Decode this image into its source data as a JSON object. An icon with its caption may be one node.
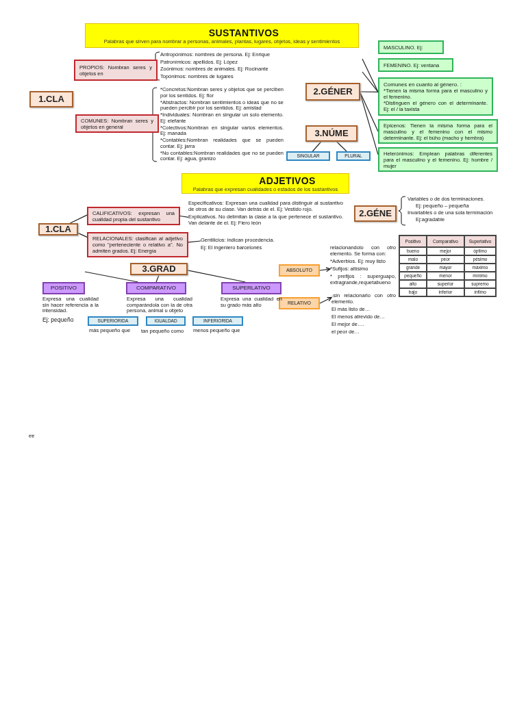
{
  "diagram": {
    "nodes": [
      {
        "text": [
          "SUSTANTIVOS",
          "Palabras que sirven para nombrar a personas, animales, plantas, lugares, objetos, ideas y sentimientos"
        ]
      },
      {
        "text": [
          "1.CLA"
        ]
      },
      {
        "text": [
          "PROPIOS: Nombran seres y objetos en"
        ]
      },
      {
        "text": [
          "COMUNES: Nombran seres y objetos en general"
        ]
      },
      {
        "text": [
          "2.GÉNER"
        ]
      },
      {
        "text": [
          "3.NÚME"
        ]
      },
      {
        "text": [
          "SINGULAR"
        ]
      },
      {
        "text": [
          "PLURAL"
        ]
      },
      {
        "text": [
          "MASCULINO. Ej:"
        ]
      },
      {
        "text": [
          "FEMENINO. Ej: ventana"
        ]
      },
      {
        "text": [
          "Comunes en cuanto al género. :",
          "*Tienen la misma forma para el masculino y el femenino.",
          "*Distinguen el género con el determinante. Ej: el / la taxista"
        ]
      },
      {
        "text": [
          "Epicenos: Tienen la misma forma para el masculino y el femenino con el mismo determinante. Ej: el búho (macho y hembra)"
        ]
      },
      {
        "text": [
          "Heterónimos: Emplean palabras diferentes para el masculino y el femenino. Ej: hombre / mujer"
        ]
      },
      {
        "text": [
          "ADJETIVOS",
          "Palabras que expresan cualidades o estados de los sustantivos"
        ]
      },
      {
        "text": [
          "1.CLA"
        ]
      },
      {
        "text": [
          "CALIFICATIVOS: expresan una cualidad propia del sustantivo"
        ]
      },
      {
        "text": [
          "RELACIONALES: clasifican al adjetivo como \"perteneciente o relativo a\". No admiten grados. Ej: Energía"
        ]
      },
      {
        "text": [
          "Especificativos: Expresan una cualidad para distinguir al sustantivo de otros de su clase. Van detrás de el. Ej: Vestido rojo.",
          "Explicativos. No delimitan la clase a la que pertenece el sustantivo. Van delante de el. Ej: Fiero león"
        ]
      },
      {
        "text": [
          "Gentilicios: indican procedencia.",
          "Ej: El ingeniero barcelonés"
        ]
      },
      {
        "text": [
          "2.GÉNE"
        ]
      },
      {
        "text": [
          "3.GRAD"
        ]
      },
      {
        "text": [
          "POSITIVO"
        ]
      },
      {
        "text": [
          "COMPARATIVO"
        ]
      },
      {
        "text": [
          "SUPERLATIVO"
        ]
      },
      {
        "text": [
          "SUPERIORIDA"
        ]
      },
      {
        "text": [
          "IGUALDAD"
        ]
      },
      {
        "text": [
          "INFERIORIDA"
        ]
      },
      {
        "text": [
          "ABSOLUTO"
        ]
      },
      {
        "text": [
          "RELATIVO"
        ]
      },
      {
        "text": [
          "relacionandolo con otro elemento. Se forma con:",
          "*Adverbios. Ej: muy listo",
          "*Sufijos: altísimo",
          "* prefijos : superguapo, extragrande,requetabueno"
        ]
      },
      {
        "text": [
          "-sin relacionarlo con otro elemento.",
          "El más listo de…",
          "El menos atrevido de…",
          "El mejor de….",
          "el peor de…"
        ]
      }
    ],
    "edges": [
      {
        "from": 4,
        "to": 10,
        "arrow": "none"
      },
      {
        "from": null,
        "to": 10,
        "arrow": "none"
      },
      {
        "from": null,
        "to": 10,
        "arrow": "none"
      },
      {
        "from": 4,
        "to": 11,
        "arrow": "none"
      },
      {
        "from": 4,
        "to": 12,
        "arrow": "none"
      },
      {
        "from": 5,
        "to": 6,
        "arrow": "none"
      },
      {
        "from": 5,
        "to": 7,
        "arrow": "none"
      },
      {
        "from": 14,
        "to": 15,
        "arrow": "none"
      },
      {
        "from": 14,
        "to": 16,
        "arrow": "none"
      },
      {
        "from": 15,
        "to": 17,
        "arrow": "none"
      },
      {
        "from": 16,
        "to": 18,
        "arrow": "none"
      },
      {
        "from": 20,
        "to": 22,
        "arrow": "none"
      },
      {
        "from": null,
        "to": 22,
        "arrow": "none"
      },
      {
        "from": 20,
        "to": 23,
        "arrow": "none"
      },
      {
        "from": 27,
        "to": 29,
        "arrow": "to"
      },
      {
        "from": 28,
        "to": 30,
        "arrow": "to"
      }
    ],
    "labels": [
      "Antropónimos: nombres de persona. Ej: Enrique",
      "Patronímicos: apellidos. Ej: López",
      "Zoónimos: nombres de animales. Ej: Rocinante",
      "Topónimos: nombres de lugares",
      "*Concretos:Nombran seres y objetos que se perciben por los sentidos. Ej: flor",
      "*Abstractos: Nombran sentimientos o ideas que no se pueden percibir por los sentidos. Ej: amistad",
      "*Individuales: Nombran en singular un solo elemento. Ej: elefante",
      "*Colectivos:Nombran en singular varios elementos. Ej: manada",
      "*Contables:Nombran realidades que se pueden contar. Ej: jarra",
      "*No contables:Nombran realidades que no se pueden contar. Ej: agua, granizo",
      "Variables o de dos terminaciones.",
      "Ej: pequeño – pequeña",
      "Invariables o de una sola terminación",
      "Ej:agradable",
      "Expresa una cualidad sin hacer referencia a la intensidad.",
      "Ej: pequeño",
      "Expresa una cualidad comparándola con la de otra persona, animal u objeto",
      "Expresa una cualidad en su grado más alto",
      "más pequeño que",
      "tan pequeño como",
      "menos pequeño que",
      "Positivo",
      "Comparativo",
      "Superlativo",
      "bueno",
      "mejor",
      "óptimo",
      "malo",
      "peor",
      "pésimo",
      "grande",
      "mayor",
      "máximo",
      "pequeño",
      "menor",
      "mínimo",
      "alto",
      "superior",
      "supremo",
      "bajo",
      "inferior",
      "ínfimo",
      "ee"
    ]
  }
}
